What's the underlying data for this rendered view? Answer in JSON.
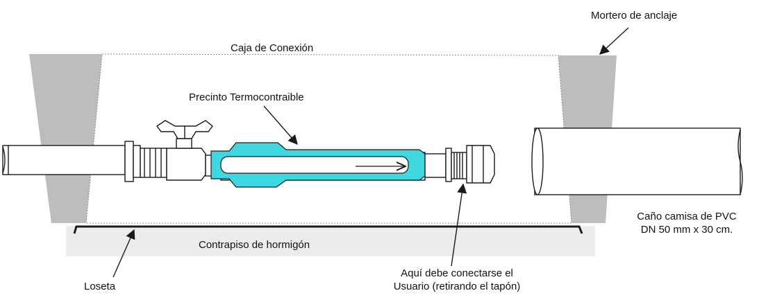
{
  "labels": {
    "junction_box": "Caja de Conexión",
    "anchor_mortar": "Mortero de anclaje",
    "heat_shrink_seal": "Precinto Termocontraible",
    "concrete_subfloor": "Contrapiso de hormigón",
    "slab": "Loseta",
    "user_connection_line1": "Aquí debe conectarse el",
    "user_connection_line2": "Usuario (retirando el tapón)",
    "sleeve_pipe_line1": "Caño camisa de PVC",
    "sleeve_pipe_line2": "DN 50 mm x 30 cm."
  },
  "colors": {
    "line": "#1a1a1a",
    "mortar_fill": "#bdbdbd",
    "subfloor_fill": "#ececec",
    "heat_shrink_fill": "#3fd7e0",
    "box_dash": "#8a8a8a"
  }
}
